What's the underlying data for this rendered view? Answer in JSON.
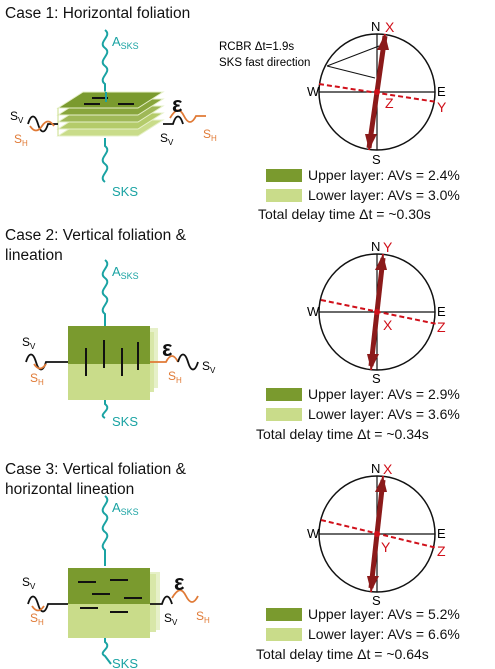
{
  "cases": [
    {
      "title": "Case 1: Horizontal foliation",
      "wave_top": "A",
      "wave_top_sub": "SKS",
      "wave_bottom": "SKS",
      "sv": "S",
      "sv_sub": "V",
      "sh": "S",
      "sh_sub": "H",
      "sv_right": "S",
      "sv_right_sub": "V",
      "sh_right": "S",
      "sh_right_sub": "H",
      "epsilon": "ε",
      "compass": {
        "N": "N",
        "E": "E",
        "S": "S",
        "W": "W"
      },
      "axes": {
        "top": "X",
        "side": "Y",
        "center": "Z"
      },
      "annotation_line1": "RCBR  Δt=1.9s",
      "annotation_line2": "SKS fast direction",
      "upper_layer": "Upper layer: AVs = 2.4%",
      "lower_layer": "Lower layer: AVs = 3.0%",
      "total_delay": "Total delay time Δt = ~0.30s"
    },
    {
      "title_line1": "Case 2: Vertical foliation &",
      "title_line2": "lineation",
      "wave_top": "A",
      "wave_top_sub": "SKS",
      "wave_bottom": "SKS",
      "sv": "S",
      "sv_sub": "V",
      "sh": "S",
      "sh_sub": "H",
      "sv_right": "S",
      "sv_right_sub": "V",
      "sh_right": "S",
      "sh_right_sub": "H",
      "epsilon": "ε",
      "compass": {
        "N": "N",
        "E": "E",
        "S": "S",
        "W": "W"
      },
      "axes": {
        "top": "Y",
        "side": "Z",
        "center": "X"
      },
      "upper_layer": "Upper layer: AVs = 2.9%",
      "lower_layer": "Lower layer: AVs = 3.6%",
      "total_delay": "Total delay time Δt = ~0.34s"
    },
    {
      "title_line1": "Case 3: Vertical foliation &",
      "title_line2": "horizontal lineation",
      "wave_top": "A",
      "wave_top_sub": "SKS",
      "wave_bottom": "SKS",
      "sv": "S",
      "sv_sub": "V",
      "sh": "S",
      "sh_sub": "H",
      "sv_right": "S",
      "sv_right_sub": "V",
      "sh_right": "S",
      "sh_right_sub": "H",
      "epsilon": "ε",
      "compass": {
        "N": "N",
        "E": "E",
        "S": "S",
        "W": "W"
      },
      "axes": {
        "top": "X",
        "side": "Z",
        "center": "Y"
      },
      "upper_layer": "Upper layer: AVs = 5.2%",
      "lower_layer": "Lower layer: AVs = 6.6%",
      "total_delay": "Total delay time Δt = ~0.64s"
    }
  ],
  "colors": {
    "upper_layer": "#7a9a2e",
    "lower_layer": "#c9dc8a",
    "sks_wave": "#1aa3a3",
    "sh_wave": "#e07a36",
    "axis_red": "#d0101a",
    "arrow_dark": "#8b1a1a"
  }
}
